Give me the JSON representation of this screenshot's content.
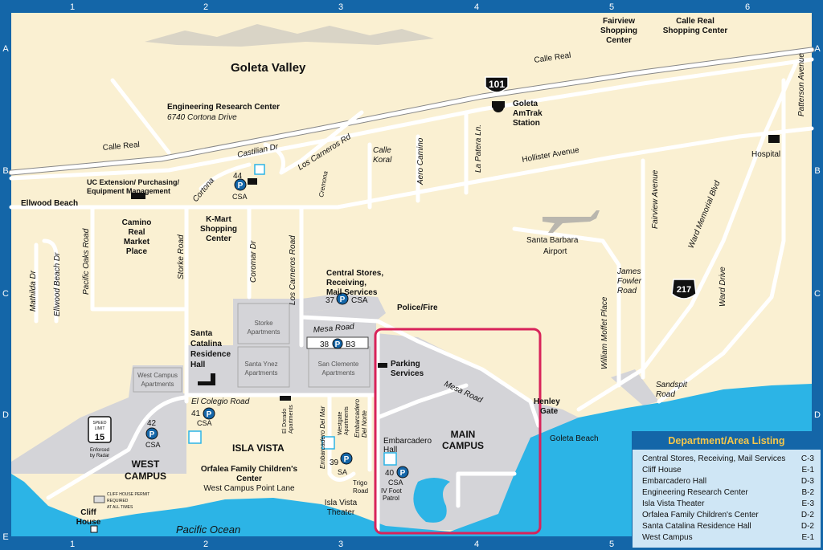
{
  "grid": {
    "columns": [
      "1",
      "2",
      "3",
      "4",
      "5",
      "6"
    ],
    "rows": [
      "A",
      "B",
      "C",
      "D",
      "E"
    ]
  },
  "colors": {
    "frame": "#1466a8",
    "land": "#faf0d2",
    "campus": "#d4d4d8",
    "ocean": "#2cb4e6",
    "highlight": "#d8235a",
    "parking": "#1466a8"
  },
  "labels": {
    "goleta_valley": "Goleta Valley",
    "fairview_center": [
      "Fairview",
      "Shopping",
      "Center"
    ],
    "calle_real_center": [
      "Calle Real",
      "Shopping Center"
    ],
    "calle_real_1": "Calle Real",
    "calle_real_2": "Calle Real",
    "hwy_101": "101",
    "amtrak": [
      "Goleta",
      "AmTrak",
      "Station"
    ],
    "erc": [
      "Engineering Research Center",
      "6740 Cortona Drive"
    ],
    "castilian": "Castilian Dr",
    "los_carneros_rd": "Los Carneros Rd",
    "calle_koral": [
      "Calle",
      "Koral"
    ],
    "aero_camino": "Aero Camino",
    "la_patera": "La Patera Ln.",
    "hollister": "Hollister Avenue",
    "patterson": "Patterson Avenue",
    "hospital": "Hospital",
    "uc_extension": [
      "UC Extension/ Purchasing/",
      "Equipment Management"
    ],
    "ellwood_beach": "Ellwood Beach",
    "cortona": "Cortona",
    "cremona": "Cremona",
    "lot44": "44",
    "csa": "CSA",
    "sa": "SA",
    "fairview_ave": "Fairview Avenue",
    "ward_memorial": "Ward Memorial Blvd",
    "camino_real_market": [
      "Camino",
      "Real",
      "Market",
      "Place"
    ],
    "kmart": [
      "K-Mart",
      "Shopping",
      "Center"
    ],
    "pacific_oaks": "Pacific Oaks Road",
    "storke_road": "Storke Road",
    "coromar": "Coromar Dr",
    "los_carneros_road": "Los Carneros Road",
    "mathilda": "Mathilda Dr",
    "ellwood_beach_dr": "Ellwood Beach Dr",
    "airport": [
      "Santa Barbara",
      "Airport"
    ],
    "james_fowler": [
      "James",
      "Fowler",
      "Road"
    ],
    "ward_drive": "Ward Drive",
    "hwy_217": "217",
    "william_moffet": "William Moffet Place",
    "central_stores": [
      "Central Stores,",
      "Receiving,",
      "Mail Services"
    ],
    "lot37": "37",
    "police_fire": "Police/Fire",
    "mesa_road": "Mesa Road",
    "mesa_road_2": "Mesa Road",
    "lot38": "38",
    "b3": "B3",
    "storke_apts": [
      "Storke",
      "Apartments"
    ],
    "santa_ynez": [
      "Santa Ynez",
      "Apartments"
    ],
    "san_clemente": [
      "San Clemente",
      "Apartments"
    ],
    "santa_catalina": [
      "Santa",
      "Catalina",
      "Residence",
      "Hall"
    ],
    "parking_services": [
      "Parking",
      "Services"
    ],
    "west_campus_apts": [
      "West Campus",
      "Apartments"
    ],
    "el_colegio": "El Colegio Road",
    "lot41": "41",
    "lot42": "42",
    "el_dorado": [
      "El Dorado",
      "Apartments"
    ],
    "embarcadero_del_mar": "Embarcadero Del Mar",
    "westgate": [
      "Westgate",
      "Apartments"
    ],
    "embarcadero_del_norte": [
      "Embarcadero",
      "Del Norte"
    ],
    "embarcadero_hall": [
      "Embarcadero",
      "Hall"
    ],
    "main_campus": [
      "MAIN",
      "CAMPUS"
    ],
    "henley_gate": [
      "Henley",
      "Gate"
    ],
    "sandspit": [
      "Sandspit",
      "Road"
    ],
    "goleta_beach": "Goleta Beach",
    "speed_limit": [
      "SPEED",
      "LIMIT",
      "15"
    ],
    "enforced": [
      "Enforced",
      "by Radar"
    ],
    "isla_vista": "ISLA VISTA",
    "lot39": "39",
    "lot40": "40",
    "west_campus": [
      "WEST",
      "CAMPUS"
    ],
    "orfalea": [
      "Orfalea Family Children's",
      "Center",
      "West Campus Point Lane"
    ],
    "trigo": [
      "Trigo",
      "Road"
    ],
    "iv_foot": [
      "IV Foot",
      "Patrol"
    ],
    "iv_theater": [
      "Isla Vista",
      "Theater"
    ],
    "cliff_permit": [
      "CLIFF HOUSE PERMIT",
      "REQUIRED",
      "AT ALL TIMES"
    ],
    "cliff_house": [
      "Cliff",
      "House"
    ],
    "pacific_ocean": "Pacific Ocean",
    "parking_symbol": "P"
  },
  "legend": {
    "title": "Department/Area Listing",
    "items": [
      {
        "name": "Central Stores, Receiving, Mail Services",
        "grid": "C-3"
      },
      {
        "name": "Cliff House",
        "grid": "E-1"
      },
      {
        "name": "Embarcadero Hall",
        "grid": "D-3"
      },
      {
        "name": "Engineering Research Center",
        "grid": "B-2"
      },
      {
        "name": "Isla Vista Theater",
        "grid": "E-3"
      },
      {
        "name": "Orfalea Family Children's Center",
        "grid": "D-2"
      },
      {
        "name": "Santa Catalina Residence Hall",
        "grid": "D-2"
      },
      {
        "name": "West Campus",
        "grid": "E-1"
      }
    ]
  }
}
